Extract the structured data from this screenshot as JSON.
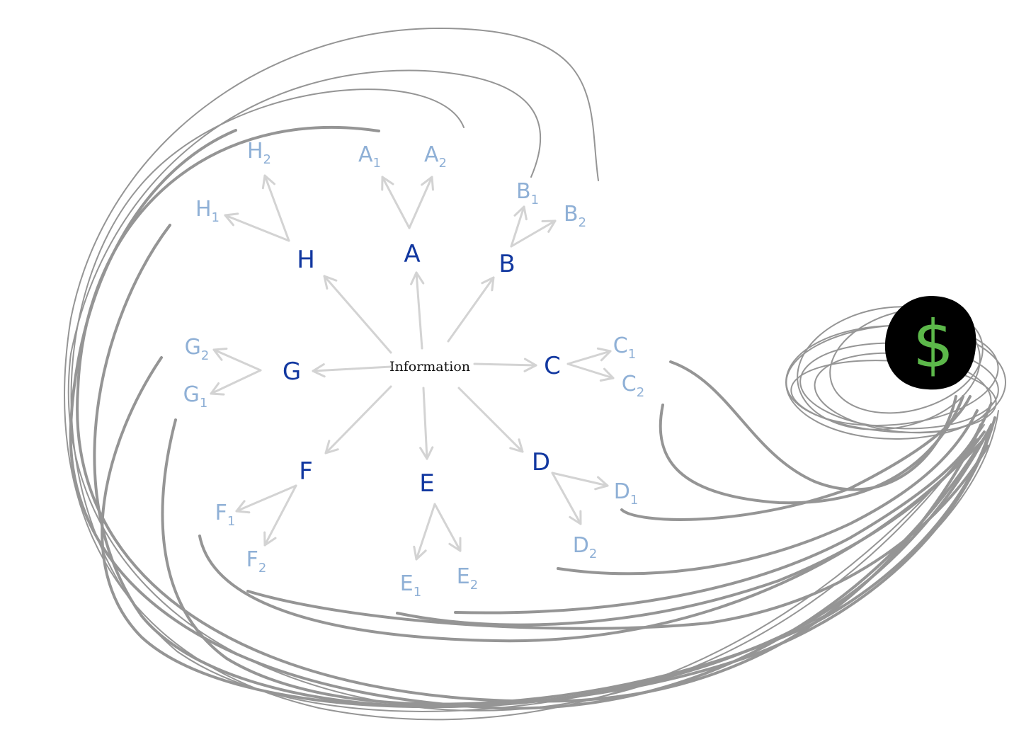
{
  "center": {
    "label": "Information"
  },
  "nodes": [
    {
      "id": "A",
      "label": "A",
      "children": [
        {
          "letter": "A",
          "sub": "1"
        },
        {
          "letter": "A",
          "sub": "2"
        }
      ]
    },
    {
      "id": "B",
      "label": "B",
      "children": [
        {
          "letter": "B",
          "sub": "1"
        },
        {
          "letter": "B",
          "sub": "2"
        }
      ]
    },
    {
      "id": "C",
      "label": "C",
      "children": [
        {
          "letter": "C",
          "sub": "1"
        },
        {
          "letter": "C",
          "sub": "2"
        }
      ]
    },
    {
      "id": "D",
      "label": "D",
      "children": [
        {
          "letter": "D",
          "sub": "1"
        },
        {
          "letter": "D",
          "sub": "2"
        }
      ]
    },
    {
      "id": "E",
      "label": "E",
      "children": [
        {
          "letter": "E",
          "sub": "1"
        },
        {
          "letter": "E",
          "sub": "2"
        }
      ]
    },
    {
      "id": "F",
      "label": "F",
      "children": [
        {
          "letter": "F",
          "sub": "1"
        },
        {
          "letter": "F",
          "sub": "2"
        }
      ]
    },
    {
      "id": "G",
      "label": "G",
      "children": [
        {
          "letter": "G",
          "sub": "2"
        },
        {
          "letter": "G",
          "sub": "1"
        }
      ]
    },
    {
      "id": "H",
      "label": "H",
      "children": [
        {
          "letter": "H",
          "sub": "1"
        },
        {
          "letter": "H",
          "sub": "2"
        }
      ]
    }
  ],
  "money": {
    "symbol": "$"
  },
  "colors": {
    "main": "#1238a0",
    "sub": "#8fb0d6",
    "arrow": "#d3d3d3",
    "loop": "#959595",
    "coin": "#000000",
    "dollar": "#5cb84a"
  }
}
